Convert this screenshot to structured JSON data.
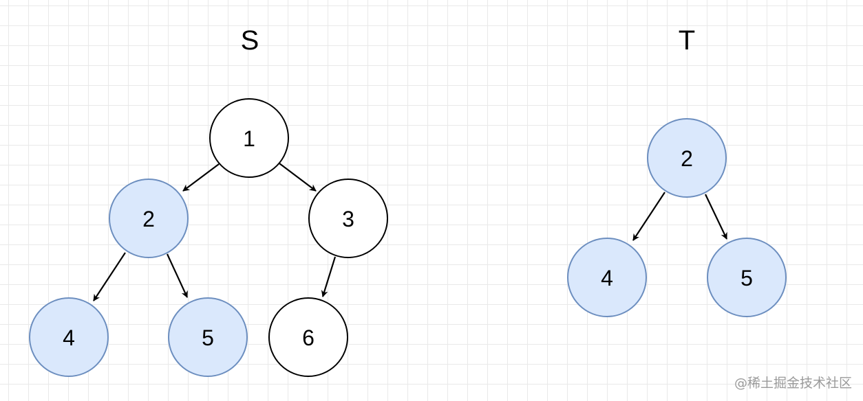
{
  "colors": {
    "plain_fill": "#ffffff",
    "plain_stroke": "#000000",
    "highlight_fill": "#dae8fc",
    "highlight_stroke": "#6c8ebf",
    "edge": "#000000"
  },
  "trees": [
    {
      "id": "S",
      "title": "S",
      "nodes": [
        {
          "id": "1",
          "label": "1",
          "highlighted": false
        },
        {
          "id": "2",
          "label": "2",
          "highlighted": true
        },
        {
          "id": "3",
          "label": "3",
          "highlighted": false
        },
        {
          "id": "4",
          "label": "4",
          "highlighted": true
        },
        {
          "id": "5",
          "label": "5",
          "highlighted": true
        },
        {
          "id": "6",
          "label": "6",
          "highlighted": false
        }
      ],
      "edges": [
        {
          "from": "1",
          "to": "2"
        },
        {
          "from": "1",
          "to": "3"
        },
        {
          "from": "2",
          "to": "4"
        },
        {
          "from": "2",
          "to": "5"
        },
        {
          "from": "3",
          "to": "6"
        }
      ]
    },
    {
      "id": "T",
      "title": "T",
      "nodes": [
        {
          "id": "2",
          "label": "2",
          "highlighted": true
        },
        {
          "id": "4",
          "label": "4",
          "highlighted": true
        },
        {
          "id": "5",
          "label": "5",
          "highlighted": true
        }
      ],
      "edges": [
        {
          "from": "2",
          "to": "4"
        },
        {
          "from": "2",
          "to": "5"
        }
      ]
    }
  ],
  "watermark": "@稀土掘金技术社区"
}
